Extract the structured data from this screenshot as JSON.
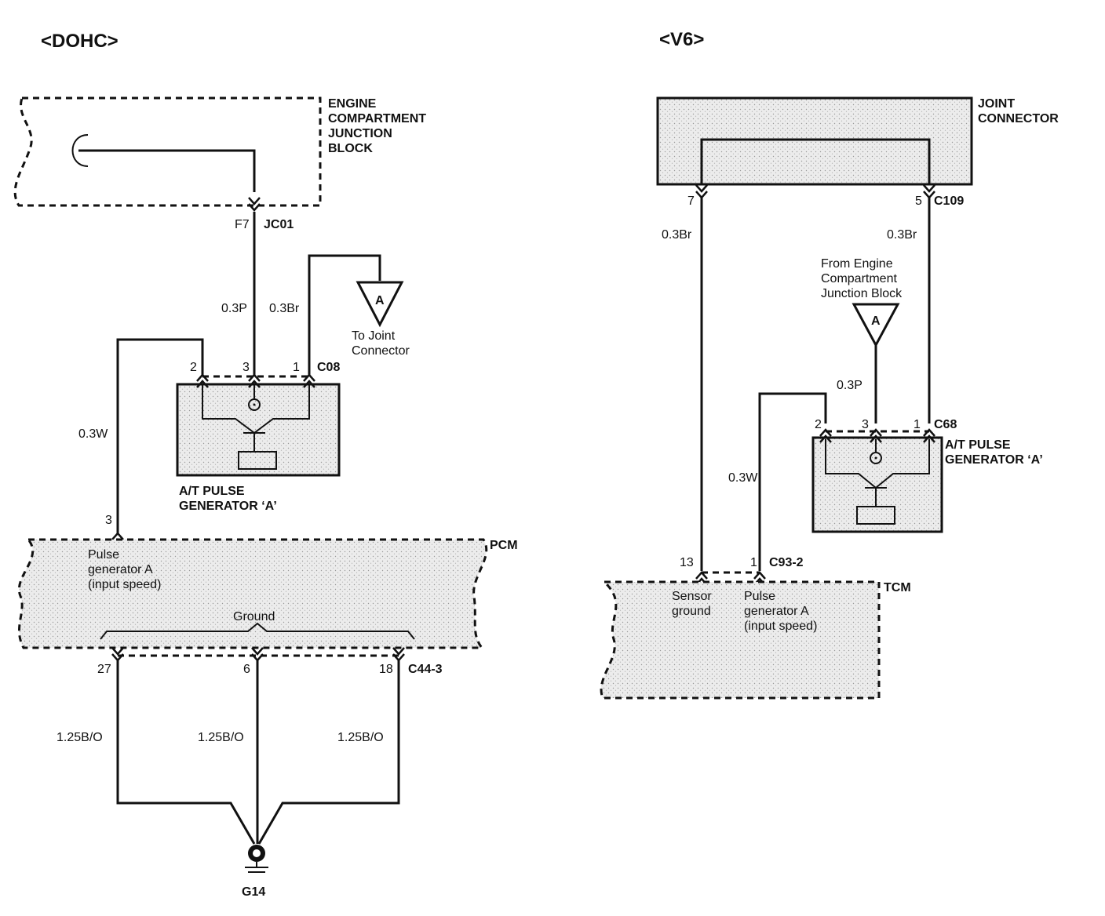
{
  "dohc": {
    "title": "<DOHC>",
    "ecjb_label": [
      "ENGINE",
      "COMPARTMENT",
      "JUNCTION",
      "BLOCK"
    ],
    "jc01_pin": "F7",
    "jc01_connector": "JC01",
    "wire_03p": "0.3P",
    "wire_03br": "0.3Br",
    "wire_03w": "0.3W",
    "conn_c08": "C08",
    "c08_pin1": "1",
    "c08_pin2": "2",
    "c08_pin3": "3",
    "ref_a": "A",
    "to_joint": [
      "To Joint",
      "Connector"
    ],
    "pulse_gen": [
      "A/T PULSE",
      "GENERATOR ‘A’"
    ],
    "pcm_pin": "3",
    "pcm": "PCM",
    "pcm_signal": [
      "Pulse",
      "generator A",
      "(input speed)"
    ],
    "ground_label": "Ground",
    "pin_27": "27",
    "pin_6": "6",
    "pin_18": "18",
    "conn_c44": "C44-3",
    "wire_125": "1.25B/O",
    "ground_point": "G14"
  },
  "v6": {
    "title": "<V6>",
    "joint_label": [
      "JOINT",
      "CONNECTOR"
    ],
    "pin_7": "7",
    "pin_5": "5",
    "conn_c109": "C109",
    "wire_03br": "0.3Br",
    "from_ecjb": [
      "From Engine",
      "Compartment",
      "Junction Block"
    ],
    "ref_a": "A",
    "wire_03p": "0.3P",
    "wire_03w": "0.3W",
    "conn_c68": "C68",
    "c68_pin1": "1",
    "c68_pin2": "2",
    "c68_pin3": "3",
    "pulse_gen": [
      "A/T PULSE",
      "GENERATOR ‘A’"
    ],
    "pin_13": "13",
    "pin_1": "1",
    "conn_c93": "C93-2",
    "tcm": "TCM",
    "sensor_ground": [
      "Sensor",
      "ground"
    ],
    "pulse_signal": [
      "Pulse",
      "generator A",
      "(input speed)"
    ]
  }
}
